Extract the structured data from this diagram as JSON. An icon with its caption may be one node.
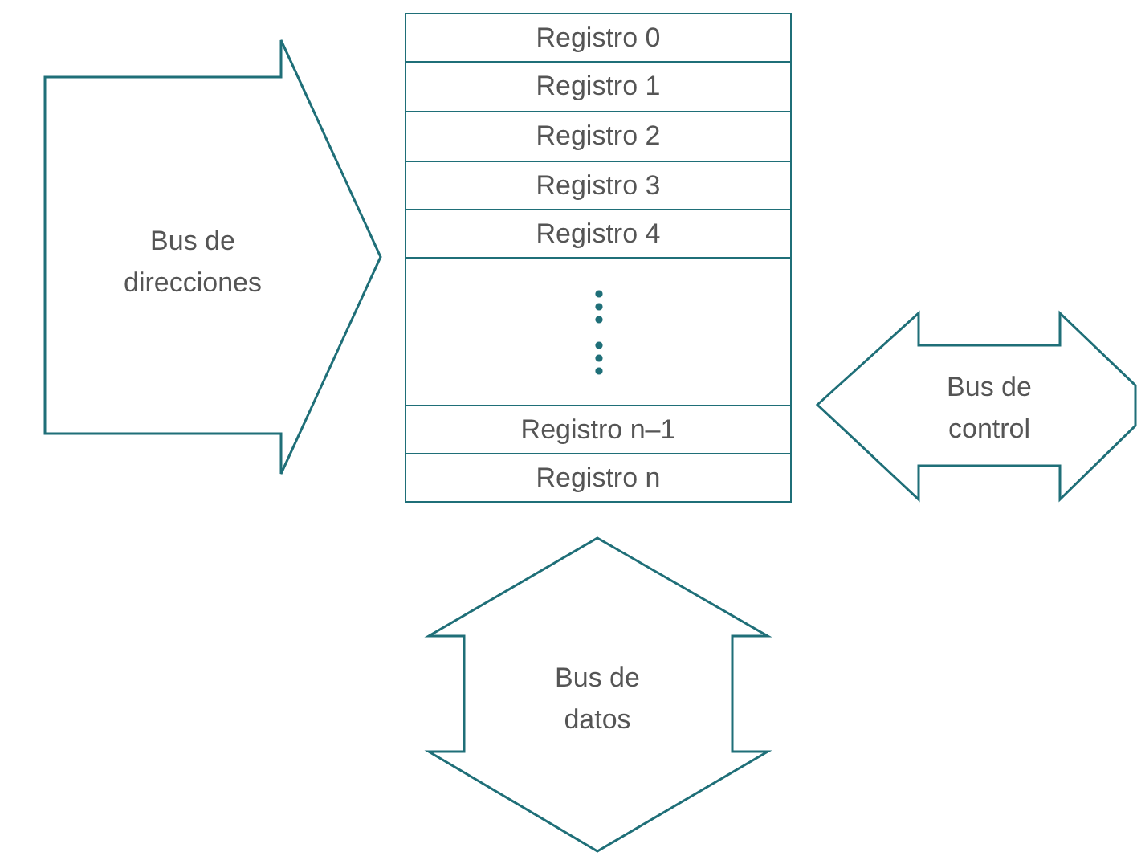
{
  "diagram": {
    "nodes": [
      {
        "text": [
          "Bus de direcciones"
        ]
      },
      {
        "text": [
          "Registro 0"
        ]
      },
      {
        "text": [
          "Registro 1"
        ]
      },
      {
        "text": [
          "Registro 2"
        ]
      },
      {
        "text": [
          "Registro 3"
        ]
      },
      {
        "text": [
          "Registro 4"
        ]
      },
      {
        "text": [],
        "shape": "box"
      },
      {
        "text": [
          "Registro n–1"
        ]
      },
      {
        "text": [
          "Registro n"
        ]
      },
      {
        "text": [
          "Bus de control"
        ]
      },
      {
        "text": [
          "Bus de datos"
        ]
      }
    ]
  }
}
